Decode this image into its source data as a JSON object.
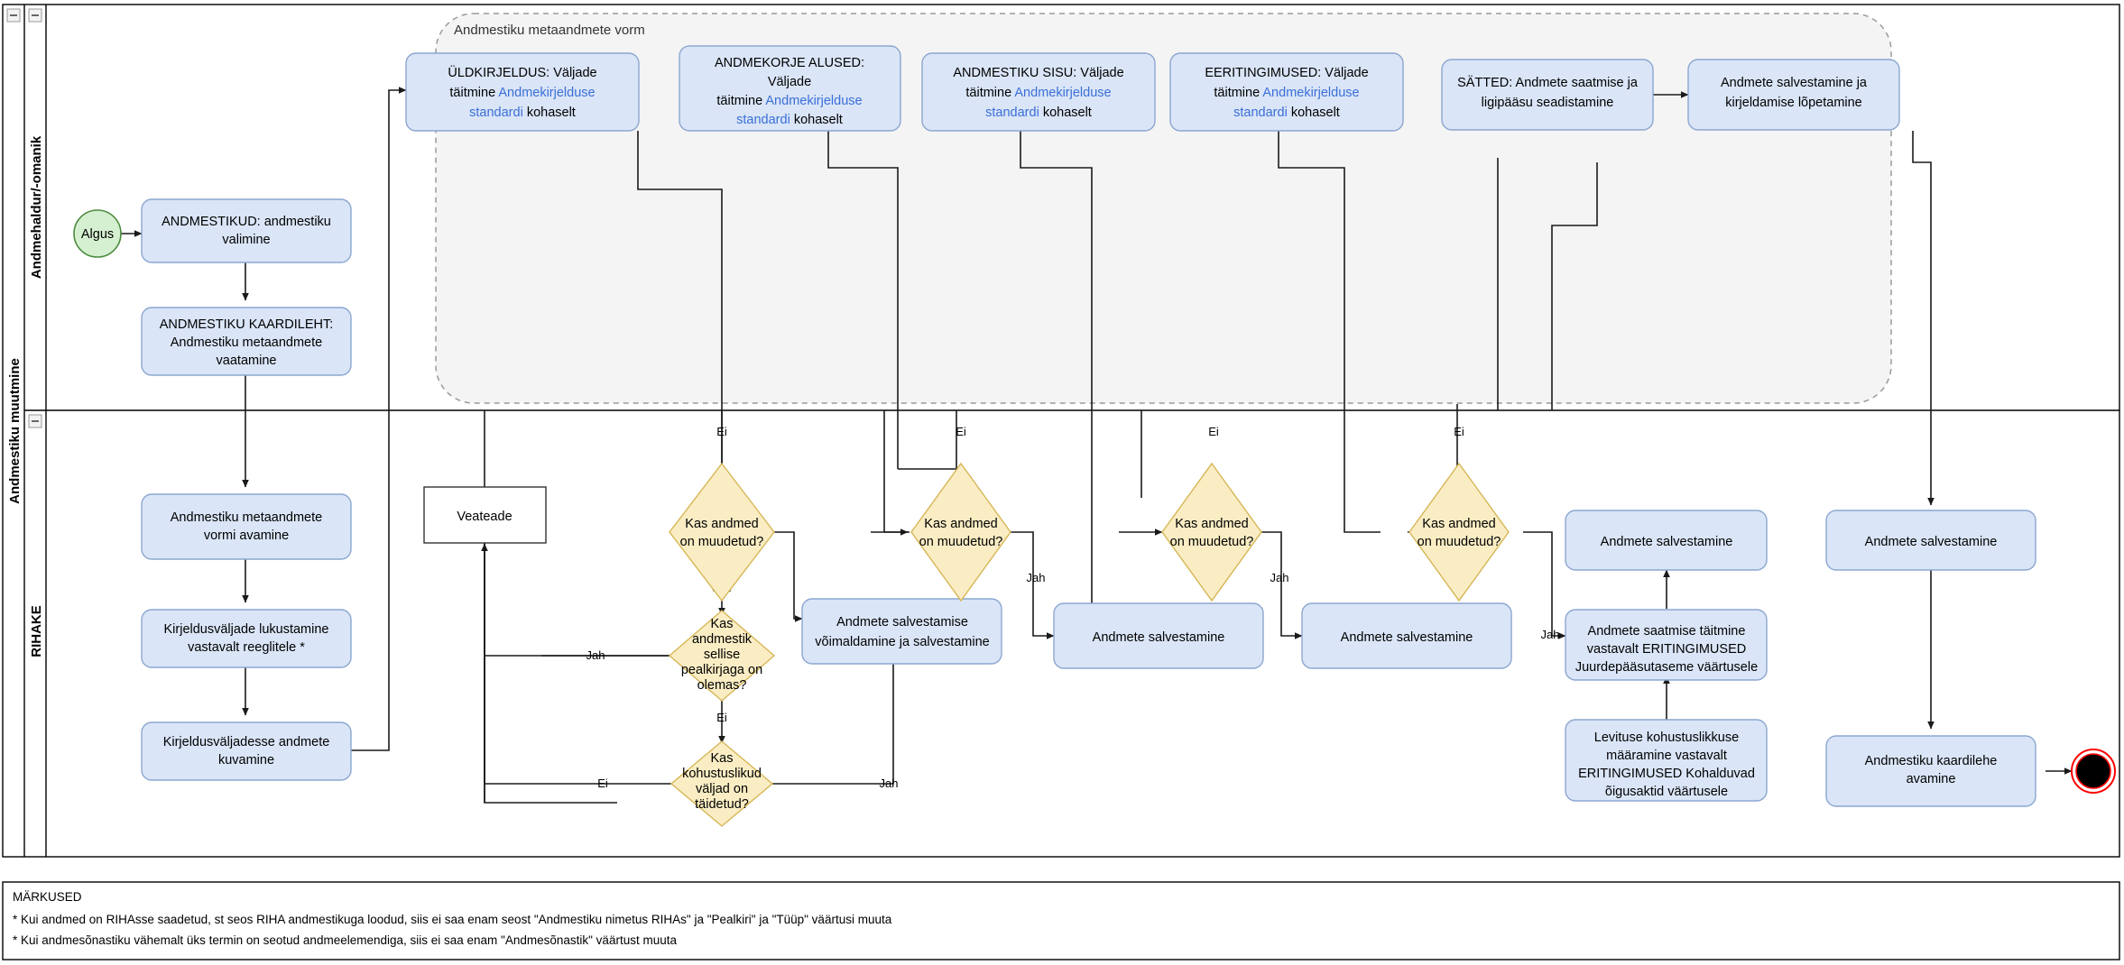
{
  "diagram": {
    "pool_title": "Andmestiku muutmine",
    "lanes": [
      {
        "id": "lane-owner",
        "label": "Andmehaldur/-omanik"
      },
      {
        "id": "lane-rihake",
        "label": "RIHAKE"
      }
    ],
    "group_label": "Andmestiku metaandmete vorm",
    "start_label": "Algus",
    "link_text": "Andmekirjelduse standardi",
    "nodes": [
      {
        "id": "n-andmestikud",
        "label": "ANDMESTIKUD: andmestiku valimine"
      },
      {
        "id": "n-kaardileht",
        "label": "ANDMESTIKU KAARDILEHT: Andmestiku metaandmete vaatamine"
      },
      {
        "id": "n-vormi-avamine",
        "label": "Andmestiku metaandmete vormi avamine"
      },
      {
        "id": "n-lukustamine",
        "label": "Kirjeldusväljade lukustamine vastavalt reeglitele *"
      },
      {
        "id": "n-kuvamine",
        "label": "Kirjeldusväljadesse andmete kuvamine"
      },
      {
        "id": "n-veateade",
        "label": "Veateade"
      },
      {
        "id": "n-uldkirjeldus",
        "label_pre": "ÜLDKIRJELDUS: Väljade täitmine ",
        "label_link": "Andmekirjelduse standardi",
        "label_post": " kohaselt"
      },
      {
        "id": "n-andmekorje",
        "label_pre": "ANDMEKORJE ALUSED: Väljade täitmine ",
        "label_link": "Andmekirjelduse standardi",
        "label_post": " kohaselt"
      },
      {
        "id": "n-sisu",
        "label_pre": "ANDMESTIKU SISU: Väljade täitmine ",
        "label_link": "Andmekirjelduse standardi",
        "label_post": " kohaselt"
      },
      {
        "id": "n-eeritingimused",
        "label_pre": "EERITINGIMUSED: Väljade täitmine ",
        "label_link": "Andmekirjelduse standardi",
        "label_post": " kohaselt"
      },
      {
        "id": "n-satted",
        "label": "SÄTTED: Andmete saatmise ja ligipääsu seadistamine"
      },
      {
        "id": "n-lopetamine",
        "label": "Andmete salvestamine ja kirjeldamise lõpetamine"
      },
      {
        "id": "n-salv-voimald",
        "label": "Andmete salvestamise võimaldamine ja salvestamine"
      },
      {
        "id": "n-salv-1",
        "label": "Andmete salvestamine"
      },
      {
        "id": "n-salv-2",
        "label": "Andmete salvestamine"
      },
      {
        "id": "n-salv-3",
        "label": "Andmete salvestamine"
      },
      {
        "id": "n-salv-4",
        "label": "Andmete salvestamine"
      },
      {
        "id": "n-saatmise",
        "label": "Andmete saatmise täitmine vastavalt ERITINGIMUSED Juurdepääsutaseme väärtusele"
      },
      {
        "id": "n-levituse",
        "label": "Levituse kohustuslikkuse määramine vastavalt ERITINGIMUSED Kohalduvad õigusaktid väärtusele"
      },
      {
        "id": "n-kaardilehe-av",
        "label": "Andmestiku kaardilehe avamine"
      }
    ],
    "gateways": [
      {
        "id": "g-muudetud-1",
        "label": "Kas andmed on muudetud?"
      },
      {
        "id": "g-muudetud-2",
        "label": "Kas andmed on muudetud?"
      },
      {
        "id": "g-muudetud-3",
        "label": "Kas andmed on muudetud?"
      },
      {
        "id": "g-muudetud-4",
        "label": "Kas andmed on muudetud?"
      },
      {
        "id": "g-pealkiri",
        "label": "Kas andmestik sellise pealkirjaga on olemas?"
      },
      {
        "id": "g-kohustuslikud",
        "label": "Kas kohustuslikud väljad on täidetud?"
      }
    ],
    "edge_labels": {
      "yes": "Jah",
      "no": "Ei"
    }
  },
  "notes": {
    "title": "MÄRKUSED",
    "lines": [
      "* Kui andmed on RIHAsse saadetud, st seos RIHA andmestikuga loodud, siis ei saa enam seost \"Andmestiku nimetus RIHAs\" ja \"Pealkiri\" ja \"Tüüp\" väärtusi muuta",
      "* Kui andmesõnastiku vähemalt üks termin on seotud andmeelemendiga, siis ei saa enam \"Andmesõnastik\" väärtust muuta"
    ]
  },
  "colors": {
    "task_fill": "#dae5f7",
    "task_stroke": "#8ba7d0",
    "gateway_fill": "#faedc4",
    "gateway_stroke": "#d6b656",
    "start_fill": "#d5f0d0",
    "start_stroke": "#4d8b3f",
    "end_stroke": "#ff0000",
    "link_color": "#3a6fd8",
    "group_fill": "#f4f4f4"
  }
}
